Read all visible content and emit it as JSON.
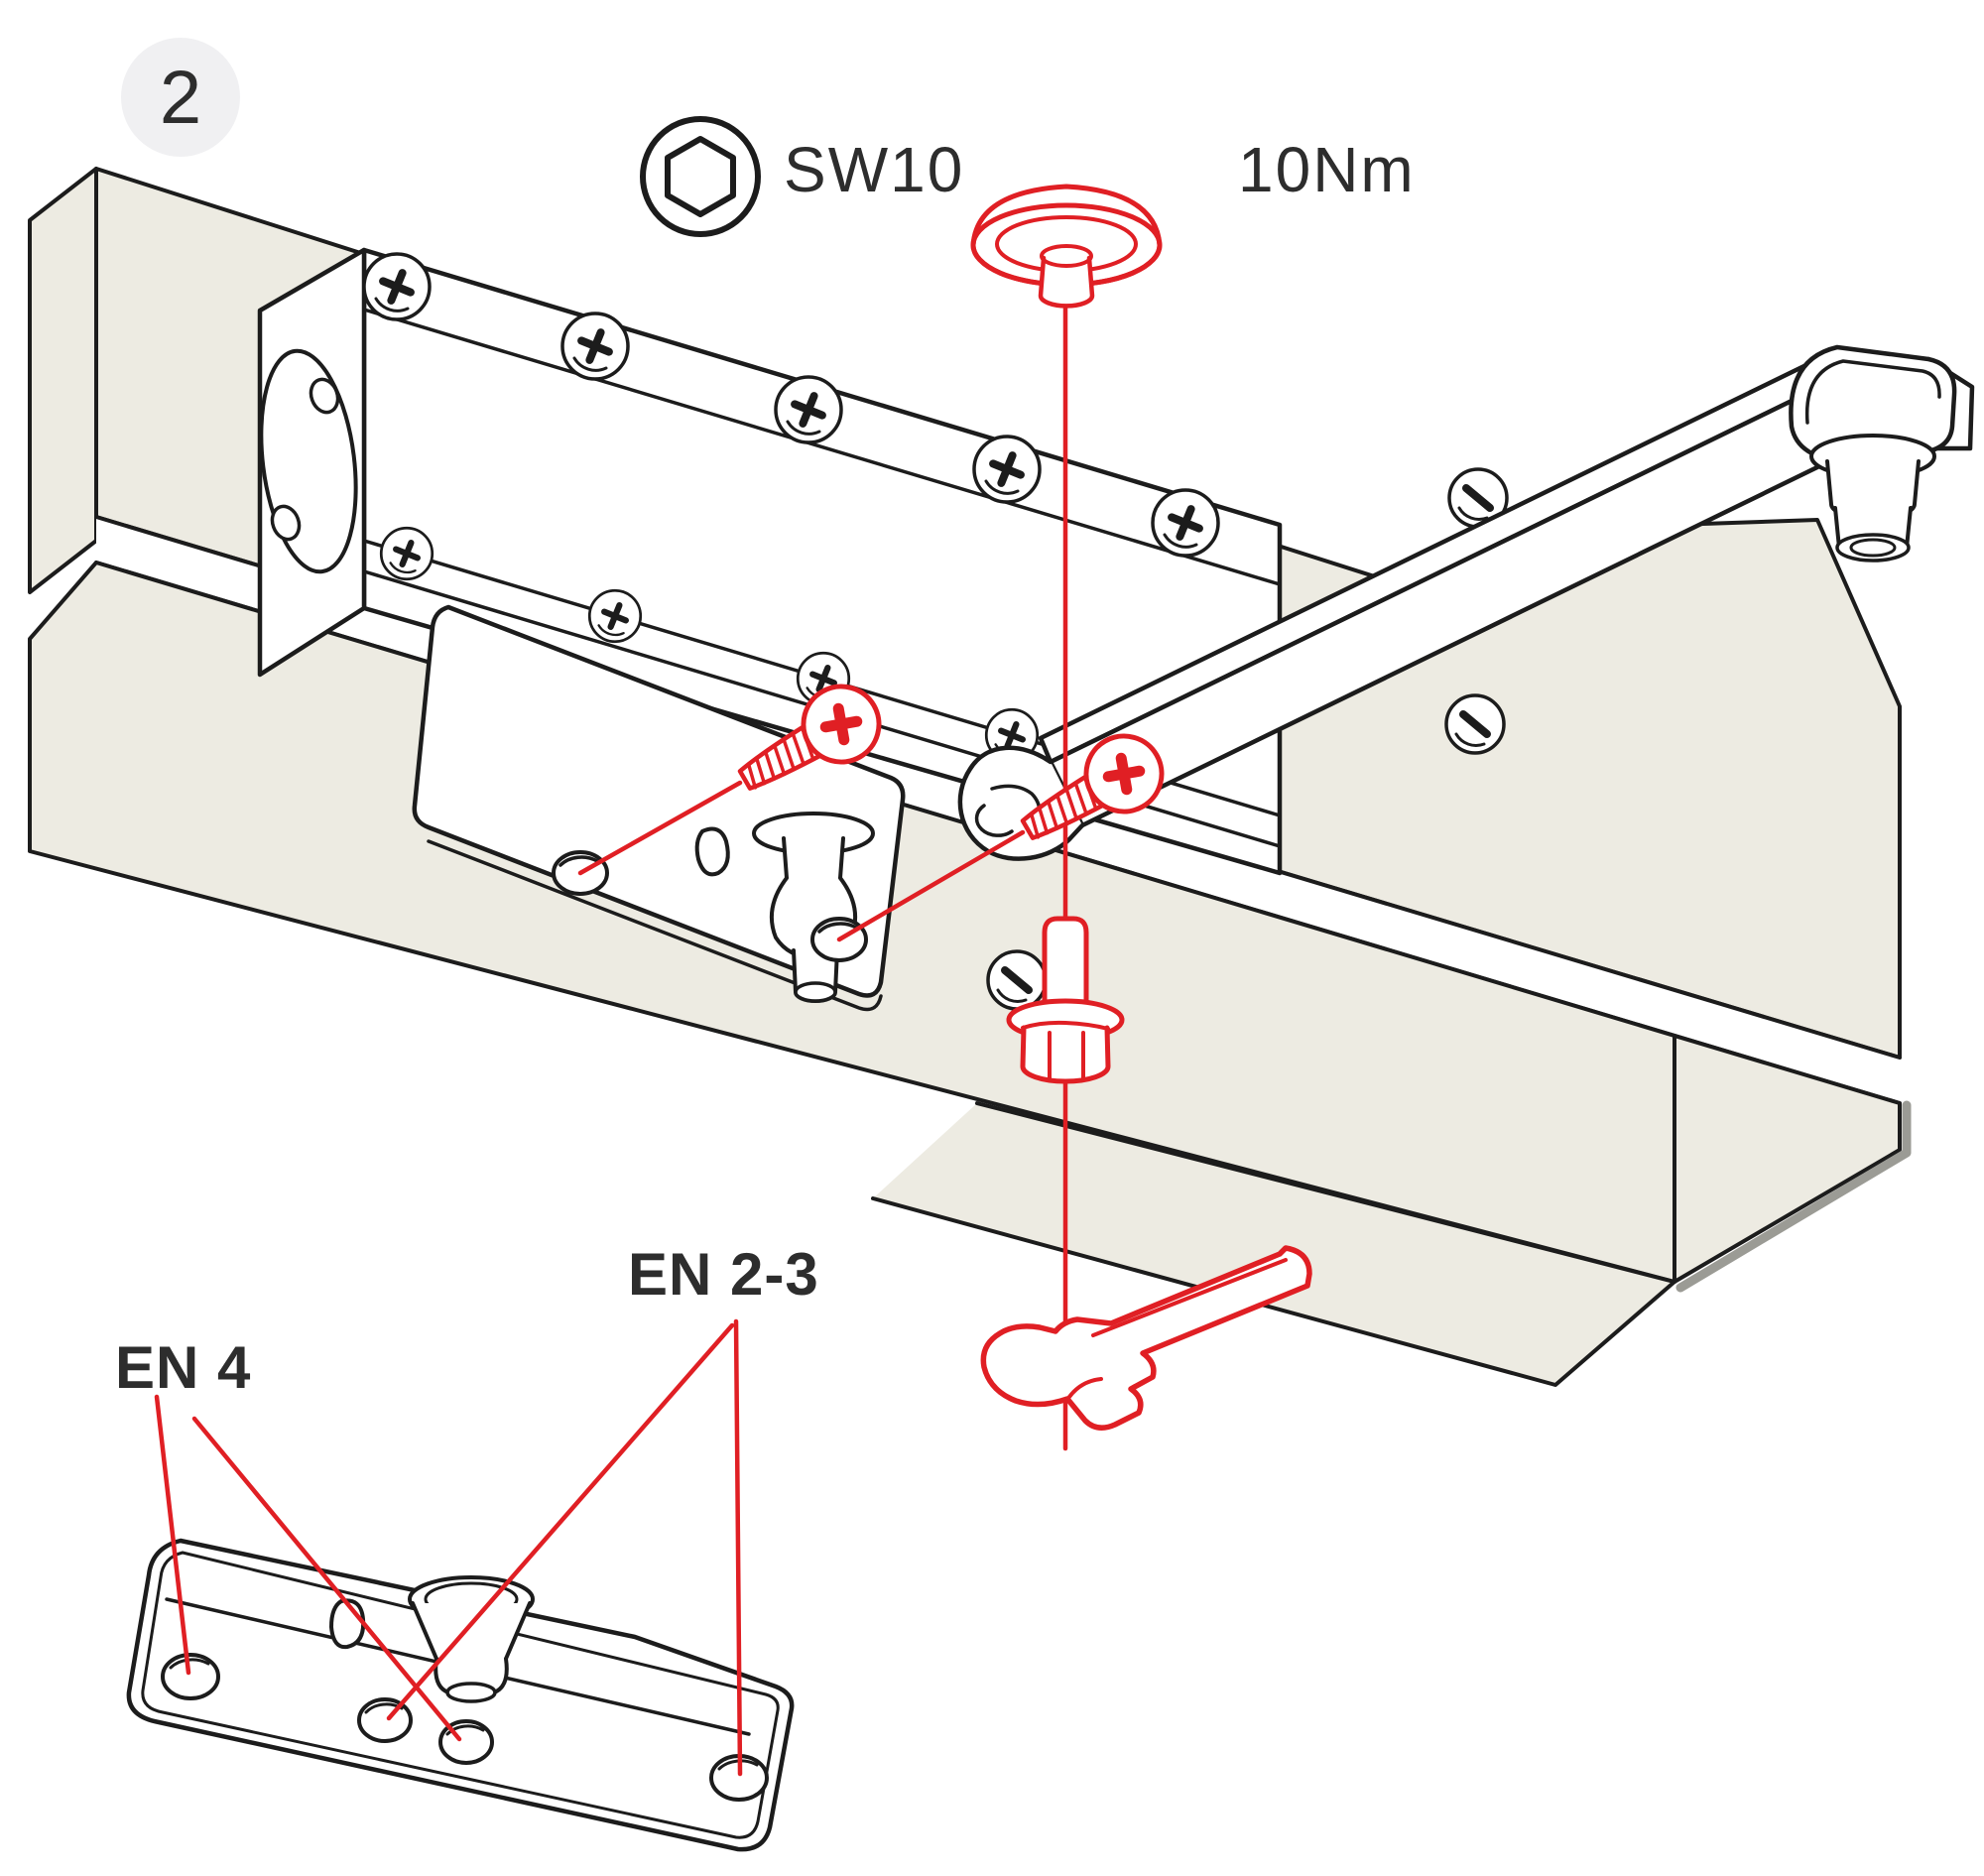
{
  "colors": {
    "background": "#ffffff",
    "ink": "#1c1c1c",
    "accent_red": "#e01f24",
    "panel_beige": "#edebe2",
    "shadow_gray": "#9b9b95",
    "badge_bg": "#f0f0f2",
    "text_dark": "#2d2d2d"
  },
  "step_badge": {
    "number": "2"
  },
  "callouts": {
    "socket_size": "SW10",
    "torque": "10Nm"
  },
  "part_labels": {
    "en_2_3": "EN 2-3",
    "en_4": "EN 4"
  },
  "icons": {
    "hex_socket": "hex-socket-icon"
  }
}
